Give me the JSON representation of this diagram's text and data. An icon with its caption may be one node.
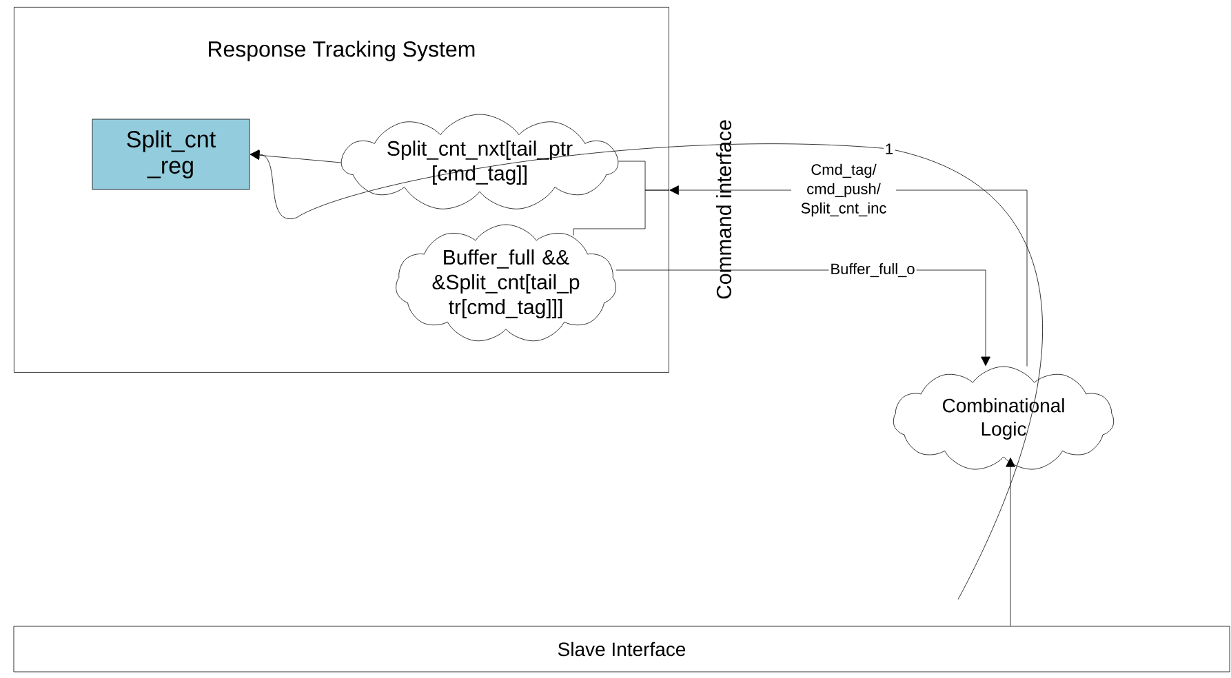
{
  "diagram": {
    "nodes": [
      {
        "text": [
          "Response Tracking System"
        ]
      },
      {
        "text": [
          "Split_cnt _reg"
        ],
        "in": 0
      },
      {
        "text": [
          "Split_cnt_nxt[tail_ptr [cmd_tag]]"
        ],
        "in": 0
      },
      {
        "text": [
          "Buffer_full && &Split_cnt[tail_p tr[cmd_tag]]]"
        ],
        "in": 0
      },
      {
        "text": [
          "Combinational Logic"
        ]
      },
      {
        "text": [
          "Slave Interface"
        ]
      }
    ],
    "edges": [
      {
        "from": 2,
        "to": 1,
        "arrow": "to"
      },
      {
        "from": 4,
        "to": 0,
        "arrow": "to",
        "label": "Cmd_tag/ cmd_push/ Split_cnt_inc"
      },
      {
        "from": 0,
        "to": 2,
        "arrow": "none"
      },
      {
        "from": 0,
        "to": 3,
        "arrow": "none"
      },
      {
        "from": 3,
        "to": 4,
        "arrow": "to",
        "label": "Buffer_full_o"
      },
      {
        "from": 5,
        "to": 4,
        "arrow": "to"
      },
      {
        "from": null,
        "to": 1,
        "arrow": "to",
        "label": "1"
      }
    ],
    "labels": [
      "Command interface"
    ]
  }
}
